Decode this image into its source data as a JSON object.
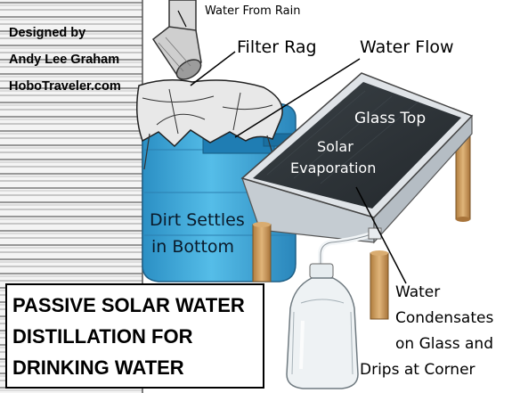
{
  "credits": {
    "line1": "Designed by",
    "line2": "Andy Lee Graham",
    "line3": "HoboTraveler.com"
  },
  "labels": {
    "water_from_rain": "Water From Rain",
    "filter_rag": "Filter Rag",
    "water_flow": "Water Flow",
    "glass_top": "Glass Top",
    "solar": "Solar",
    "evaporation": "Evaporation",
    "dirt_line1": "Dirt Settles",
    "dirt_line2": "in Bottom",
    "water": "Water",
    "condensates": "Condensates",
    "on_glass": "on Glass and",
    "drips": "Drips at Corner"
  },
  "title": {
    "line1": "PASSIVE SOLAR WATER",
    "line2": "DISTILLATION FOR",
    "line3": "DRINKING WATER"
  },
  "colors": {
    "tank_blue": "#3fa9d9",
    "glass_dark": "#2e3438",
    "frame": "#d6dbe0",
    "legs": "#c99a5c"
  }
}
